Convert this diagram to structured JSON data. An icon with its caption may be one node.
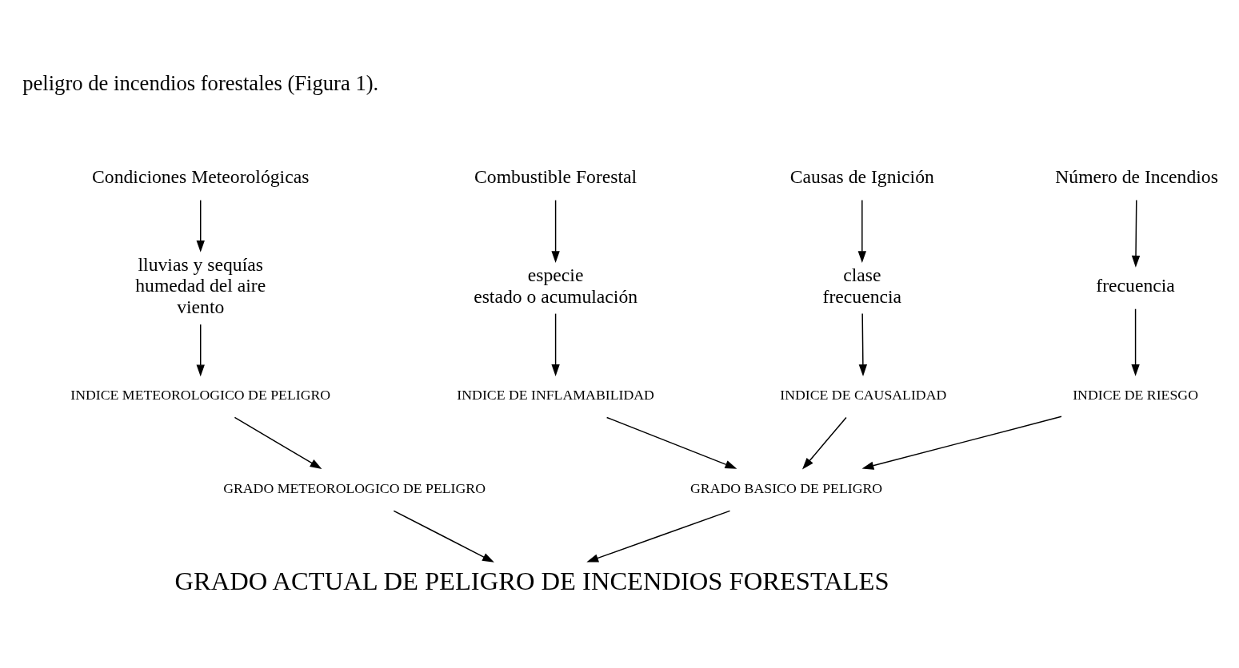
{
  "diagram": {
    "nodes": [
      {
        "text": [
          "Condiciones Meteorológicas"
        ]
      },
      {
        "text": [
          "Combustible Forestal"
        ]
      },
      {
        "text": [
          "Causas de Ignición"
        ]
      },
      {
        "text": [
          "Número de Incendios"
        ]
      },
      {
        "text": [
          "lluvias y sequías",
          "humedad del aire",
          "viento"
        ]
      },
      {
        "text": [
          "especie",
          "estado o acumulación"
        ]
      },
      {
        "text": [
          "clase",
          "frecuencia"
        ]
      },
      {
        "text": [
          "frecuencia"
        ]
      },
      {
        "text": [
          "INDICE METEOROLOGICO DE PELIGRO"
        ]
      },
      {
        "text": [
          "INDICE DE INFLAMABILIDAD"
        ]
      },
      {
        "text": [
          "INDICE DE CAUSALIDAD"
        ]
      },
      {
        "text": [
          "INDICE DE RIESGO"
        ]
      },
      {
        "text": [
          "GRADO METEOROLOGICO DE PELIGRO"
        ]
      },
      {
        "text": [
          "GRADO BASICO DE PELIGRO"
        ]
      },
      {
        "text": [
          "GRADO ACTUAL DE PELIGRO DE INCENDIOS FORESTALES"
        ]
      }
    ],
    "edges": [
      {
        "from": 0,
        "to": 4,
        "arrow": "to"
      },
      {
        "from": 1,
        "to": 5,
        "arrow": "to"
      },
      {
        "from": 2,
        "to": 6,
        "arrow": "to"
      },
      {
        "from": 3,
        "to": 7,
        "arrow": "to"
      },
      {
        "from": 4,
        "to": 8,
        "arrow": "to"
      },
      {
        "from": 5,
        "to": 9,
        "arrow": "to"
      },
      {
        "from": 6,
        "to": 10,
        "arrow": "to"
      },
      {
        "from": 7,
        "to": 11,
        "arrow": "to"
      },
      {
        "from": 8,
        "to": 12,
        "arrow": "to"
      },
      {
        "from": 9,
        "to": 13,
        "arrow": "to"
      },
      {
        "from": 10,
        "to": 13,
        "arrow": "to"
      },
      {
        "from": 11,
        "to": 13,
        "arrow": "to"
      },
      {
        "from": 12,
        "to": 14,
        "arrow": "to"
      },
      {
        "from": 13,
        "to": 14,
        "arrow": "to"
      }
    ],
    "labels": [
      "peligro de incendios forestales (Figura 1)."
    ]
  }
}
